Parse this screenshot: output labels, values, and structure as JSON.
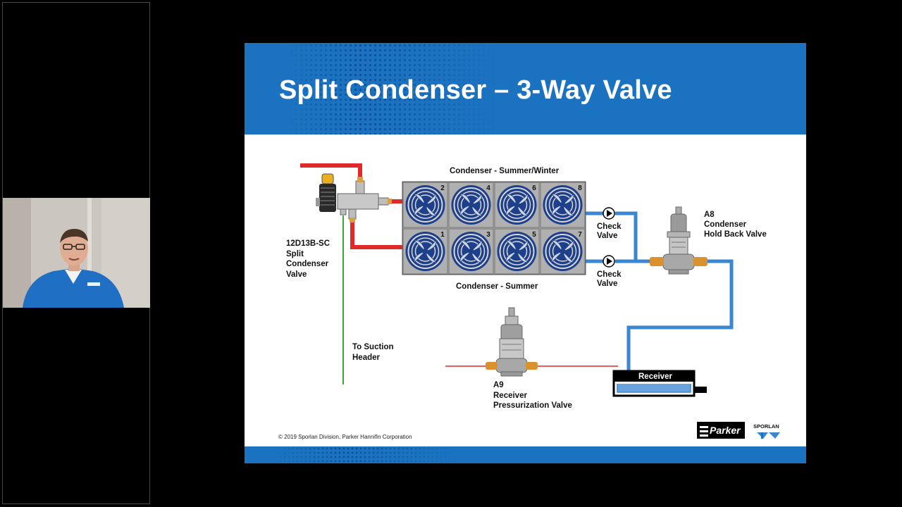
{
  "slide": {
    "title": "Split Condenser – 3-Way Valve",
    "copyright": "© 2019 Sporlan Division, Parker Hannifin Corporation",
    "labels": {
      "valve_model": "12D13B-SC",
      "valve_desc1": "Split",
      "valve_desc2": "Condenser",
      "valve_desc3": "Valve",
      "condenser_top": "Condenser - Summer/Winter",
      "condenser_bottom": "Condenser - Summer",
      "check_top_1": "Check",
      "check_top_2": "Valve",
      "check_bottom_1": "Check",
      "check_bottom_2": "Valve",
      "a8_code": "A8",
      "a8_desc1": "Condenser",
      "a8_desc2": "Hold Back Valve",
      "suction_1": "To Suction",
      "suction_2": "Header",
      "a9_code": "A9",
      "a9_desc1": "Receiver",
      "a9_desc2": "Pressurization Valve",
      "receiver": "Receiver"
    },
    "fan_numbers_top": [
      "2",
      "4",
      "6",
      "8"
    ],
    "fan_numbers_bottom": [
      "1",
      "3",
      "5",
      "7"
    ],
    "logos": {
      "parker": "Parker",
      "sporlan": "SPORLAN"
    }
  },
  "colors": {
    "brand_blue": "#1a72c0",
    "hot_gas_red": "#e02a2a",
    "liquid_blue": "#3a86d0",
    "suction_green": "#3aa83a"
  }
}
